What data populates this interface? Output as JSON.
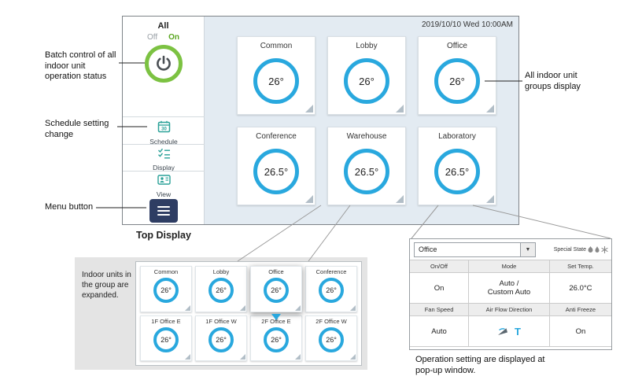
{
  "annotations": {
    "batch_control": "Batch control of all indoor unit operation status",
    "schedule_setting": "Schedule setting change",
    "menu_button": "Menu button",
    "top_display": "Top Display",
    "groups_display": "All indoor unit groups display",
    "expanded_note": "Indoor units in the group are expanded.",
    "popup_note": "Operation setting are displayed at pop-up window."
  },
  "main_panel": {
    "datetime": "2019/10/10 Wed 10:00AM",
    "sidebar": {
      "all_label": "All",
      "off_label": "Off",
      "on_label": "On",
      "schedule_label": "Schedule",
      "display_label": "Display",
      "view_label": "View"
    },
    "groups": [
      {
        "name": "Common",
        "temp": "26°"
      },
      {
        "name": "Lobby",
        "temp": "26°"
      },
      {
        "name": "Office",
        "temp": "26°"
      },
      {
        "name": "Conference",
        "temp": "26.5°"
      },
      {
        "name": "Warehouse",
        "temp": "26.5°"
      },
      {
        "name": "Laboratory",
        "temp": "26.5°"
      }
    ]
  },
  "expanded_panel": {
    "units": [
      {
        "name": "Common",
        "temp": "26°",
        "selected": false
      },
      {
        "name": "Lobby",
        "temp": "26°",
        "selected": false
      },
      {
        "name": "Office",
        "temp": "26°",
        "selected": true
      },
      {
        "name": "Conference",
        "temp": "26°",
        "selected": false
      },
      {
        "name": "1F Office E",
        "temp": "26°",
        "selected": false
      },
      {
        "name": "1F Office W",
        "temp": "26°",
        "selected": false
      },
      {
        "name": "2F Office E",
        "temp": "26°",
        "selected": false
      },
      {
        "name": "2F Office W",
        "temp": "26°",
        "selected": false
      }
    ]
  },
  "popup": {
    "group_name": "Office",
    "dropdown_glyph": "▼",
    "special_state_label": "Special State",
    "row1": {
      "h1": "On/Off",
      "h2": "Mode",
      "h3": "Set Temp.",
      "v1": "On",
      "v2": "Auto / Custom Auto",
      "v3": "26.0°C"
    },
    "row2": {
      "h1": "Fan Speed",
      "h2": "Air Flow Direction",
      "h3": "Anti Freeze",
      "v1": "Auto",
      "v3": "On"
    }
  },
  "colors": {
    "accent_blue": "#29a8de",
    "power_green": "#7cc242",
    "on_text_green": "#59a61f",
    "menu_navy": "#2e3d63",
    "icon_teal": "#2aa198",
    "panel_blue_bg": "#e3ebf2",
    "expanded_gray_bg": "#e4e4e4"
  }
}
